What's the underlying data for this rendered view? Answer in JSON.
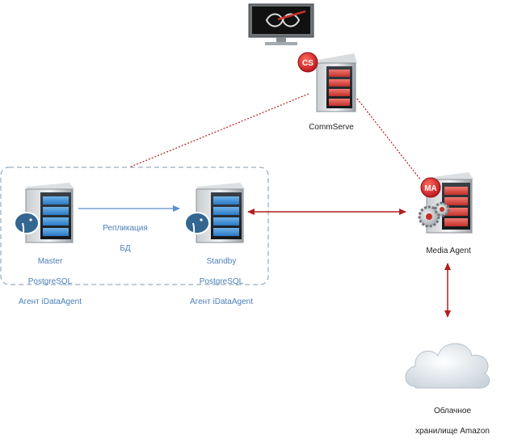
{
  "colors": {
    "connector_red": "#b21e1e",
    "replication_arrow": "#5b8ed0",
    "group_border": "#7f9ab3",
    "label_blue": "#4a7fb8",
    "label_dark": "#222222"
  },
  "nodes": {
    "master": {
      "title": "Master",
      "line2": "PostgreSQL",
      "line3": "Агент iDataAgent",
      "icon": "database-server-icon"
    },
    "standby": {
      "title": "Standby",
      "line2": "PostgreSQL",
      "line3": "Агент iDataAgent",
      "icon": "database-server-icon"
    },
    "commserve": {
      "label": "CommServe",
      "badge": "CS",
      "icon": "server-icon"
    },
    "console": {
      "icon": "monitor-icon"
    },
    "media_agent": {
      "label": "Media Agent",
      "badge": "MA",
      "icon": "media-agent-server-icon"
    },
    "cloud": {
      "line1": "Облачное",
      "line2": "хранилище Amazon",
      "icon": "cloud-icon"
    }
  },
  "replication": {
    "line1": "Репликация",
    "line2": "БД"
  }
}
